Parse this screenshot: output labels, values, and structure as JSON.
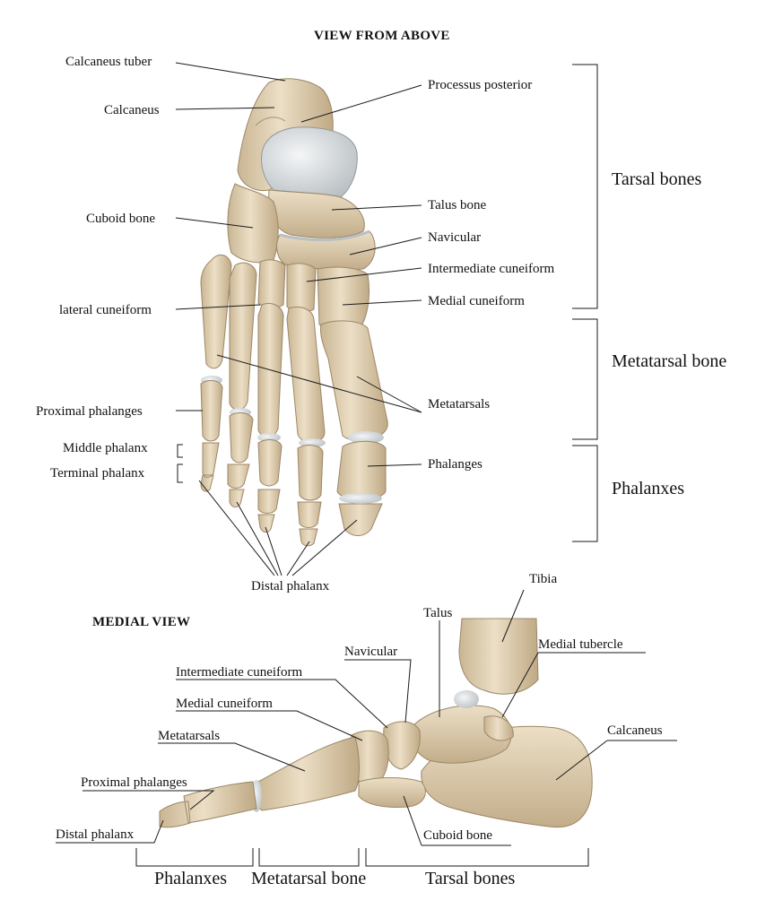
{
  "top": {
    "title": "VIEW FROM ABOVE",
    "labels": {
      "calcaneus_tuber": "Calcaneus tuber",
      "calcaneus": "Calcaneus",
      "cuboid_bone": "Cuboid bone",
      "lateral_cuneiform": "lateral cuneiform",
      "proximal_phalanges": "Proximal phalanges",
      "middle_phalanx": "Middle phalanx",
      "terminal_phalanx": "Terminal phalanx",
      "processus_posterior": "Processus posterior",
      "talus_bone": "Talus  bone",
      "navicular": "Navicular",
      "intermediate_cuneiform": "Intermediate cuneiform",
      "medial_cuneiform": "Medial cuneiform",
      "metatarsals": "Metatarsals",
      "phalanges": "Phalanges",
      "distal_phalanx": "Distal phalanx"
    },
    "groups": {
      "tarsal_bones": "Tarsal bones",
      "metatarsal_bone": "Metatarsal bone",
      "phalanxes": "Phalanxes"
    }
  },
  "medial": {
    "title": "MEDIAL VIEW",
    "labels": {
      "tibia": "Tibia",
      "talus": "Talus",
      "navicular": "Navicular",
      "medial_tubercle": "Medial tubercle",
      "intermediate_cuneiform": "Intermediate cuneiform",
      "medial_cuneiform": "Medial cuneiform",
      "metatarsals": "Metatarsals",
      "calcaneus": "Calcaneus",
      "proximal_phalanges": "Proximal phalanges",
      "distal_phalanx": "Distal phalanx",
      "cuboid_bone": "Cuboid bone"
    },
    "groups": {
      "phalanxes": "Phalanxes",
      "metatarsal_bone": "Metatarsal bone",
      "tarsal_bones": "Tarsal bones"
    }
  },
  "colors": {
    "bone": "#e2d2b4",
    "bone_shade": "#b59f7d",
    "bone_dark": "#8c7a5e",
    "cartilage": "#d8dcde",
    "line": "#1a1a1a"
  }
}
